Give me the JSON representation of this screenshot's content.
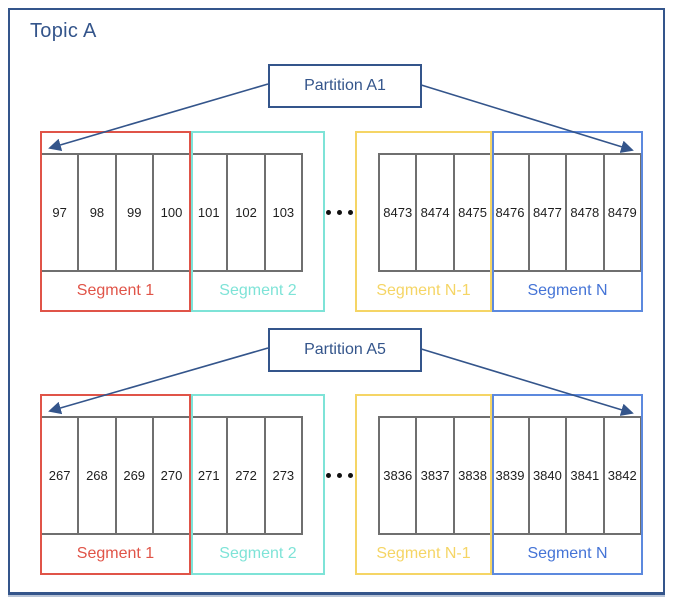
{
  "topic": {
    "title": "Topic A"
  },
  "partitions": [
    {
      "label": "Partition A1",
      "segments": [
        {
          "name": "Segment 1"
        },
        {
          "name": "Segment 2"
        },
        {
          "name": "Segment N-1"
        },
        {
          "name": "Segment N"
        }
      ],
      "cells_left": [
        "97",
        "98",
        "99",
        "100",
        "101",
        "102",
        "103"
      ],
      "cells_right": [
        "8473",
        "8474",
        "8475",
        "8476",
        "8477",
        "8478",
        "8479"
      ]
    },
    {
      "label": "Partition A5",
      "segments": [
        {
          "name": "Segment 1"
        },
        {
          "name": "Segment 2"
        },
        {
          "name": "Segment N-1"
        },
        {
          "name": "Segment N"
        }
      ],
      "cells_left": [
        "267",
        "268",
        "269",
        "270",
        "271",
        "272",
        "273"
      ],
      "cells_right": [
        "3836",
        "3837",
        "3838",
        "3839",
        "3840",
        "3841",
        "3842"
      ]
    }
  ],
  "colors": {
    "navy": "#34558B",
    "segment_1_red": "#E05448",
    "segment_2_teal": "#7EE3D7",
    "segment_n1_yellow": "#F5D565",
    "segment_n_blue": "#4574D6",
    "cell_border_gray": "#6F6F6F"
  }
}
